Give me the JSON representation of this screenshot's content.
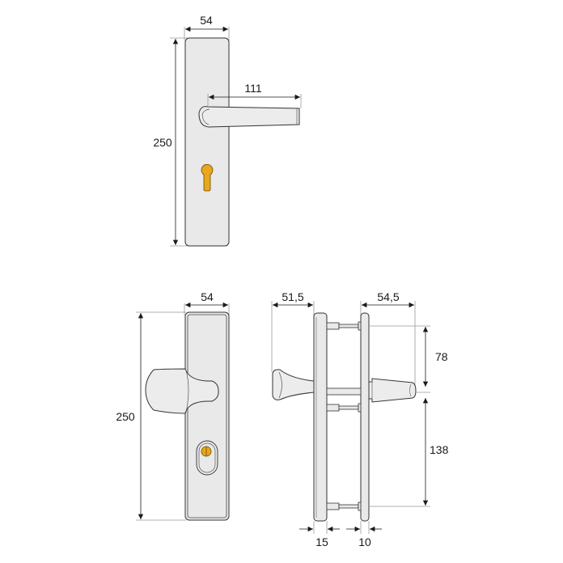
{
  "diagram": {
    "subject": "door handle set technical drawing",
    "colors": {
      "plate_fill": "#e9e9e9",
      "outline": "#333333",
      "dim_line": "#999999",
      "arrow": "#1a1a1a",
      "cylinder_accent": "#e8a71c"
    },
    "views": [
      {
        "name": "lever-handle-front-view",
        "dimensions": {
          "width": "54",
          "height": "250",
          "lever_length": "111"
        }
      },
      {
        "name": "knob-front-view",
        "dimensions": {
          "width": "54",
          "height": "250"
        }
      },
      {
        "name": "side-view",
        "dimensions": {
          "knob_projection": "51,5",
          "lever_projection": "54,5",
          "upper_distance": "78",
          "lower_distance": "138",
          "outer_plate_thickness": "15",
          "inner_plate_thickness": "10"
        }
      }
    ]
  }
}
